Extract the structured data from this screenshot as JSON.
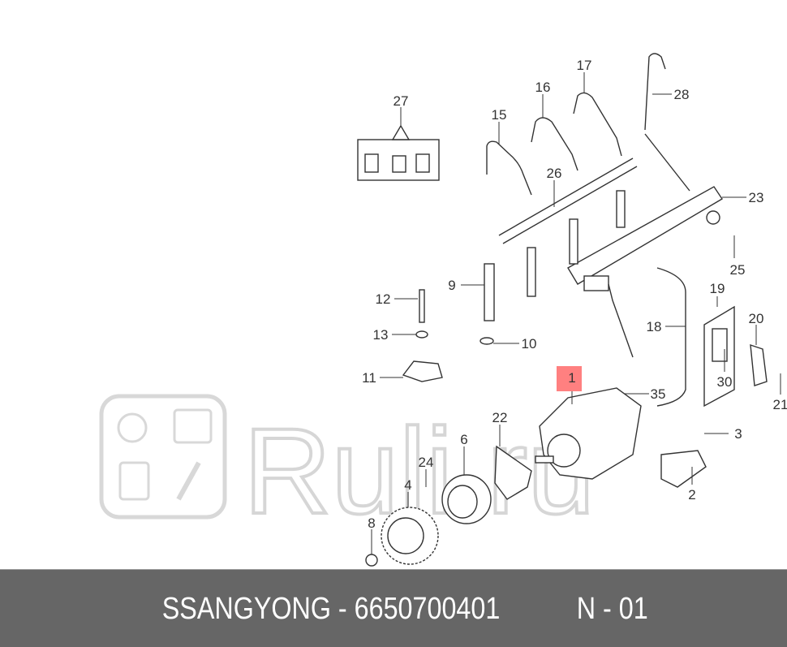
{
  "diagram": {
    "highlight_color": "#ff8080",
    "highlighted_callout": "1",
    "watermark_text": "Ruli.ru",
    "callouts": [
      {
        "id": "27"
      },
      {
        "id": "15"
      },
      {
        "id": "16"
      },
      {
        "id": "17"
      },
      {
        "id": "28"
      },
      {
        "id": "26"
      },
      {
        "id": "23"
      },
      {
        "id": "25"
      },
      {
        "id": "9"
      },
      {
        "id": "12"
      },
      {
        "id": "13"
      },
      {
        "id": "10"
      },
      {
        "id": "11"
      },
      {
        "id": "19"
      },
      {
        "id": "20"
      },
      {
        "id": "18"
      },
      {
        "id": "30"
      },
      {
        "id": "21"
      },
      {
        "id": "1"
      },
      {
        "id": "35"
      },
      {
        "id": "22"
      },
      {
        "id": "3"
      },
      {
        "id": "6"
      },
      {
        "id": "24"
      },
      {
        "id": "4"
      },
      {
        "id": "2"
      },
      {
        "id": "8"
      }
    ]
  },
  "footer": {
    "brand_part": "SSANGYONG - 6650700401",
    "page_ref": "N - 01"
  }
}
